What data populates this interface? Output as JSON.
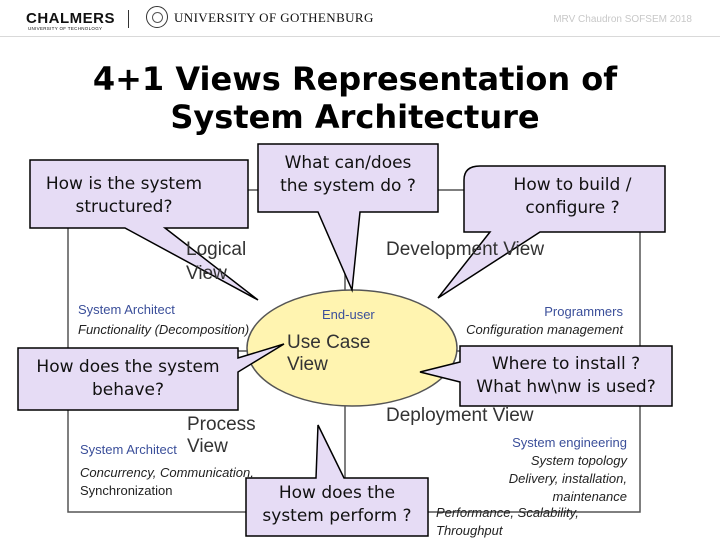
{
  "header": {
    "logo_chalmers": "CHALMERS",
    "logo_chalmers_sub": "UNIVERSITY OF TECHNOLOGY",
    "logo_gu": "UNIVERSITY OF GOTHENBURG",
    "footer": "MRV Chaudron SOFSEM 2018"
  },
  "slide": {
    "title_line1": "4+1 Views Representation of",
    "title_line2": "System Architecture"
  },
  "diagram": {
    "logical": {
      "label_line1": "Logical",
      "label_line2": "View",
      "stakeholder": "System Architect",
      "concern": "Functionality (Decomposition)"
    },
    "development": {
      "label": "Development View",
      "stakeholder": "Programmers",
      "concern": "Configuration management"
    },
    "usecase": {
      "stakeholder": "End-user",
      "label_line1": "Use Case",
      "label_line2": "View"
    },
    "process": {
      "label_line1": "Process",
      "label_line2": "View",
      "stakeholder": "System Architect",
      "concern_line1": "Concurrency, Communication,",
      "concern_line2": "Synchronization"
    },
    "deployment": {
      "label": "Deployment View",
      "stakeholder": "System engineering",
      "concern_line1": "System topology",
      "concern_line2": "Delivery, installation,",
      "concern_line3": "maintenance",
      "concern_line4": "Performance, Scalability,",
      "concern_line5": "Throughput"
    }
  },
  "callouts": {
    "structured_line1": "How is the system",
    "structured_line2": "structured?",
    "what_line1": "What can/does",
    "what_line2": "the system do ?",
    "build_line1": "How to build /",
    "build_line2": "configure ?",
    "behave_line1": "How does the system",
    "behave_line2": "behave?",
    "install_line1": "Where to install ?",
    "install_line2": "What hw\\nw is used?",
    "perform_line1": "How does the",
    "perform_line2": "system perform ?"
  },
  "colors": {
    "callout_fill": "#e6dcf5",
    "callout_stroke": "#000000",
    "usecase_fill": "#fff4b0",
    "diagram_lines": "#444444",
    "stakeholder_blue": "#3b4f9a"
  }
}
